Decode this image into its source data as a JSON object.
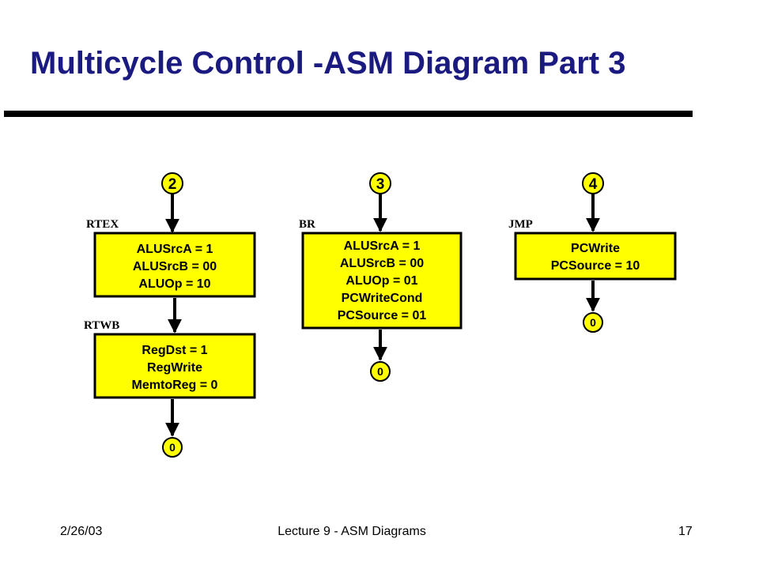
{
  "title": "Multicycle Control -ASM Diagram Part 3",
  "colors": {
    "title": "#1a1a80",
    "fill": "#ffff00",
    "stroke": "#000000"
  },
  "rtex": {
    "entry_node": "2",
    "label": "RTEX",
    "lines": [
      "ALUSrcA = 1",
      "ALUSrcB = 00",
      "ALUOp = 10"
    ]
  },
  "rtwb": {
    "label": "RTWB",
    "lines": [
      "RegDst = 1",
      "RegWrite",
      "MemtoReg = 0"
    ],
    "exit_node": "0"
  },
  "br": {
    "entry_node": "3",
    "label": "BR",
    "lines": [
      "ALUSrcA = 1",
      "ALUSrcB = 00",
      "ALUOp = 01",
      "PCWriteCond",
      "PCSource = 01"
    ],
    "exit_node": "0"
  },
  "jmp": {
    "entry_node": "4",
    "label": "JMP",
    "lines": [
      "PCWrite",
      "PCSource = 10"
    ],
    "exit_node": "0"
  },
  "footer": {
    "date": "2/26/03",
    "lecture": "Lecture 9 - ASM Diagrams",
    "page": "17"
  }
}
